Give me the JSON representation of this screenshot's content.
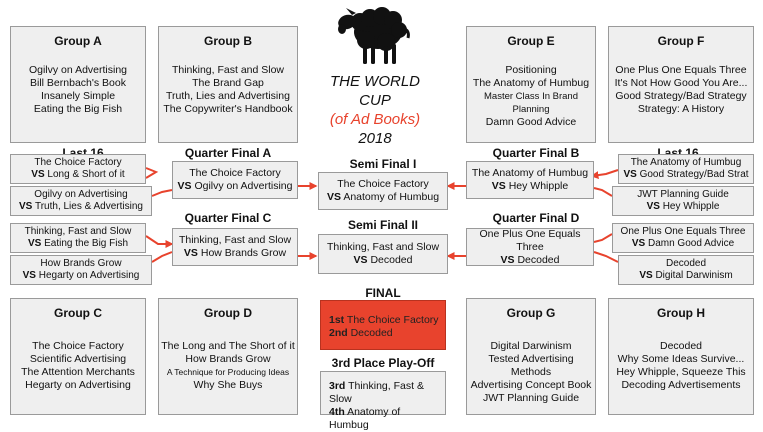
{
  "title": {
    "line1": "THE WORLD CUP",
    "line2": "(of Ad Books)",
    "line3": "2018"
  },
  "groups": {
    "a": {
      "name": "Group A",
      "items": [
        "Ogilvy on Advertising",
        "Bill Bernbach's Book",
        "Insanely Simple",
        "Eating the Big Fish"
      ]
    },
    "b": {
      "name": "Group B",
      "items": [
        "Thinking, Fast and Slow",
        "The Brand Gap",
        "Truth, Lies and Advertising",
        "The Copywriter's Handbook"
      ]
    },
    "c": {
      "name": "Group C",
      "items": [
        "The Choice Factory",
        "Scientific Advertising",
        "The Attention Merchants",
        "Hegarty on Advertising"
      ]
    },
    "d": {
      "name": "Group D",
      "items": [
        "The Long and The Short of it",
        "How Brands Grow",
        "A Technique for Producing Ideas",
        "Why She Buys"
      ]
    },
    "e": {
      "name": "Group E",
      "items": [
        "Positioning",
        "The Anatomy of Humbug",
        "Master Class In Brand Planning",
        "Damn Good Advice"
      ]
    },
    "f": {
      "name": "Group F",
      "items": [
        "One Plus One Equals Three",
        "It's Not How Good You Are...",
        "Good Strategy/Bad Strategy",
        "Strategy: A History"
      ]
    },
    "g": {
      "name": "Group G",
      "items": [
        "Digital Darwinism",
        "Tested Advertising Methods",
        "Advertising Concept Book",
        "JWT Planning Guide"
      ]
    },
    "h": {
      "name": "Group H",
      "items": [
        "Decoded",
        "Why Some Ideas Survive...",
        "Hey Whipple, Squeeze This",
        "Decoding Advertisements"
      ]
    }
  },
  "labels": {
    "last16_left": "Last 16",
    "last16_right": "Last 16",
    "qf_a": "Quarter Final A",
    "qf_b": "Quarter Final B",
    "qf_c": "Quarter Final C",
    "qf_d": "Quarter Final D",
    "sf_1": "Semi Final I",
    "sf_2": "Semi Final II",
    "final": "FINAL",
    "third": "3rd Place Play-Off"
  },
  "vs": "VS",
  "last16": {
    "l1": {
      "a": "The Choice Factory",
      "b": "Long & Short of it"
    },
    "l2": {
      "a": "Ogilvy on Advertising",
      "b": "Truth, Lies & Advertising"
    },
    "l3": {
      "a": "Thinking, Fast and Slow",
      "b": "Eating the Big Fish"
    },
    "l4": {
      "a": "How Brands Grow",
      "b": "Hegarty on Advertising"
    },
    "r1": {
      "a": "The Anatomy of Humbug",
      "b": "Good Strategy/Bad Strat"
    },
    "r2": {
      "a": "JWT Planning Guide",
      "b": "Hey Whipple"
    },
    "r3": {
      "a": "One Plus One Equals Three",
      "b": "Damn Good Advice"
    },
    "r4": {
      "a": "Decoded",
      "b": "Digital Darwinism"
    }
  },
  "quarter": {
    "a": {
      "a": "The Choice Factory",
      "b": "Ogilvy on Advertising"
    },
    "b": {
      "a": "The Anatomy of Humbug",
      "b": "Hey Whipple"
    },
    "c": {
      "a": "Thinking, Fast and Slow",
      "b": "How Brands Grow"
    },
    "d": {
      "a": "One Plus One Equals Three",
      "b": "Decoded"
    }
  },
  "semi": {
    "s1": {
      "a": "The Choice Factory",
      "b": "Anatomy of Humbug"
    },
    "s2": {
      "a": "Thinking, Fast and Slow",
      "b": "Decoded"
    }
  },
  "final": {
    "first_rank": "1st",
    "first": "The Choice Factory",
    "second_rank": "2nd",
    "second": "Decoded"
  },
  "third_place": {
    "third_rank": "3rd",
    "third": "Thinking, Fast & Slow",
    "fourth_rank": "4th",
    "fourth": "Anatomy of Humbug"
  },
  "colors": {
    "accent": "#e8432d",
    "box": "#efefef",
    "border": "#9a9a9a"
  },
  "icons": {
    "logo": "sheep-icon"
  }
}
